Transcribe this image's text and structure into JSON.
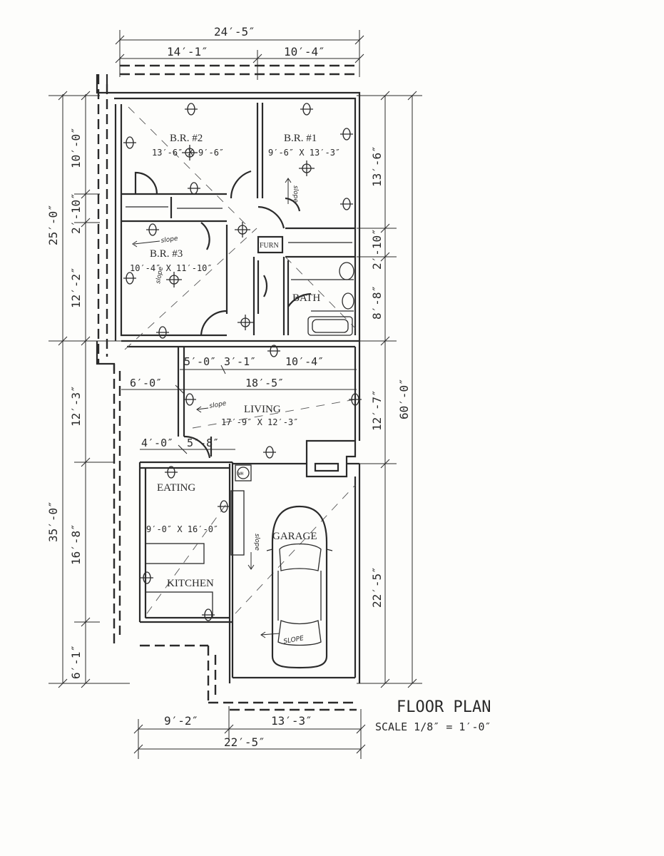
{
  "dimensions": {
    "top_overall": "24′-5″",
    "top_left": "14′-1″",
    "top_right": "10′-4″",
    "left_upper_total": "25′-0″",
    "left_br2": "10′-0″",
    "left_closet": "2′-10″",
    "left_br3": "12′-2″",
    "left_lower_total": "35′-0″",
    "left_living": "12′-3″",
    "left_kitchen": "16′-8″",
    "left_entry": "6′-1″",
    "right_br1": "13′-6″",
    "right_closet": "2′-10″",
    "right_bath": "8′-8″",
    "right_living": "12′-7″",
    "right_garage": "22′-5″",
    "right_overall": "60′-0″",
    "hall_a": "5′-0″",
    "hall_b": "3′-1″",
    "hall_c": "10′-4″",
    "hall_step": "6′-0″",
    "living_width": "18′-5″",
    "kitchen_a": "4′-0″",
    "kitchen_b": "5′-8″",
    "bottom_left": "9′-2″",
    "bottom_right": "13′-3″",
    "bottom_overall": "22′-5″"
  },
  "rooms": {
    "br2": {
      "name": "B.R. #2",
      "size": "13′-6″ X 9′-6″"
    },
    "br1": {
      "name": "B.R. #1",
      "size": "9′-6″ X 13′-3″"
    },
    "br3": {
      "name": "B.R. #3",
      "size": "10′-4″ X 11′-10″"
    },
    "furn": "FURN",
    "bath": "BATH",
    "living": {
      "name": "LIVING",
      "size": "17′-9″ X 12′-3″"
    },
    "eating": "EATING",
    "eating_size": "9′-0″ X 16′-0″",
    "kitchen": "KITCHEN",
    "garage": "GARAGE",
    "wh": "WH"
  },
  "notes": {
    "slope": "slope",
    "slope_caps": "SLOPE"
  },
  "title": {
    "main": "FLOOR PLAN",
    "scale": "SCALE 1/8″ = 1′-0″"
  },
  "icons": [
    "ceiling-light-icon",
    "outlet-icon",
    "toilet-icon",
    "sink-icon",
    "bathtub-icon",
    "car-icon",
    "door-swing-icon"
  ]
}
